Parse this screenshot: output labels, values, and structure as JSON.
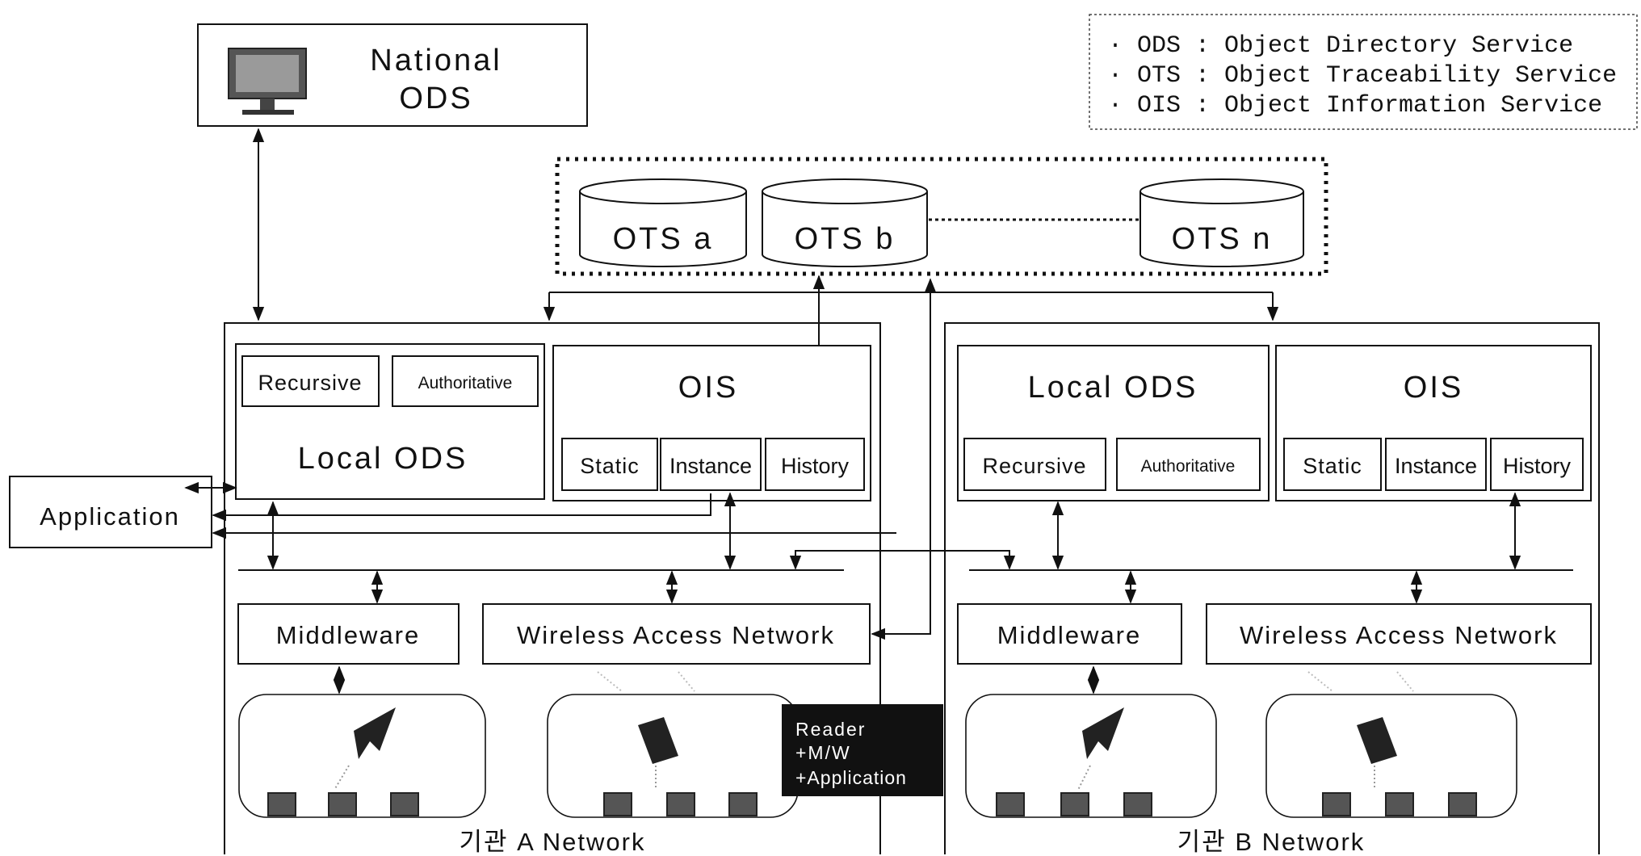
{
  "legend": {
    "items": [
      "· ODS : Object Directory Service",
      "· OTS : Object Traceability Service",
      "· OIS : Object Information Service"
    ]
  },
  "national_ods": {
    "line1": "National",
    "line2": "ODS"
  },
  "ots_group": {
    "items": [
      "OTS a",
      "OTS b",
      "OTS n"
    ]
  },
  "application": {
    "label": "Application"
  },
  "network_a": {
    "local_ods": {
      "title": "Local ODS",
      "recursive": "Recursive",
      "authoritative": "Authoritative"
    },
    "ois": {
      "title": "OIS",
      "static": "Static",
      "instance": "Instance",
      "history": "History"
    },
    "middleware": "Middleware",
    "wireless": "Wireless Access Network",
    "label": "기관 A Network"
  },
  "network_b": {
    "local_ods": {
      "title": "Local ODS",
      "recursive": "Recursive",
      "authoritative": "Authoritative"
    },
    "ois": {
      "title": "OIS",
      "static": "Static",
      "instance": "Instance",
      "history": "History"
    },
    "middleware": "Middleware",
    "wireless": "Wireless Access Network",
    "label": "기관 B Network"
  },
  "reader_note": {
    "line1": "Reader",
    "line2": "+M/W",
    "line3": "+Application"
  }
}
